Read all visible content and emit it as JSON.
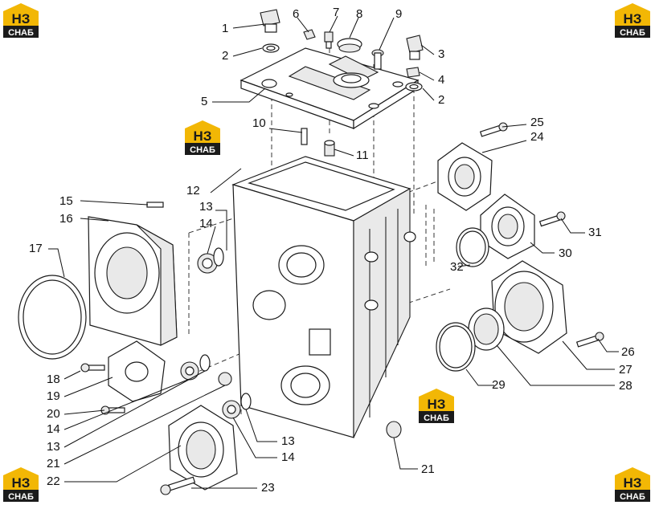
{
  "logo": {
    "mark": "НЗ",
    "word": "СНАБ",
    "color_primary": "#f2b705",
    "color_dark": "#1b1b1b"
  },
  "callouts": [
    {
      "id": "c1",
      "label": "1"
    },
    {
      "id": "c2a",
      "label": "2"
    },
    {
      "id": "c2b",
      "label": "2"
    },
    {
      "id": "c3",
      "label": "3"
    },
    {
      "id": "c4",
      "label": "4"
    },
    {
      "id": "c5",
      "label": "5"
    },
    {
      "id": "c6",
      "label": "6"
    },
    {
      "id": "c7",
      "label": "7"
    },
    {
      "id": "c8",
      "label": "8"
    },
    {
      "id": "c9",
      "label": "9"
    },
    {
      "id": "c10",
      "label": "10"
    },
    {
      "id": "c11",
      "label": "11"
    },
    {
      "id": "c12",
      "label": "12"
    },
    {
      "id": "c13a",
      "label": "13"
    },
    {
      "id": "c13b",
      "label": "13"
    },
    {
      "id": "c13c",
      "label": "13"
    },
    {
      "id": "c14a",
      "label": "14"
    },
    {
      "id": "c14b",
      "label": "14"
    },
    {
      "id": "c14c",
      "label": "14"
    },
    {
      "id": "c15",
      "label": "15"
    },
    {
      "id": "c16",
      "label": "16"
    },
    {
      "id": "c17",
      "label": "17"
    },
    {
      "id": "c18",
      "label": "18"
    },
    {
      "id": "c19",
      "label": "19"
    },
    {
      "id": "c20",
      "label": "20"
    },
    {
      "id": "c21a",
      "label": "21"
    },
    {
      "id": "c21b",
      "label": "21"
    },
    {
      "id": "c22",
      "label": "22"
    },
    {
      "id": "c23",
      "label": "23"
    },
    {
      "id": "c24",
      "label": "24"
    },
    {
      "id": "c25",
      "label": "25"
    },
    {
      "id": "c26",
      "label": "26"
    },
    {
      "id": "c27",
      "label": "27"
    },
    {
      "id": "c28",
      "label": "28"
    },
    {
      "id": "c29",
      "label": "29"
    },
    {
      "id": "c30",
      "label": "30"
    },
    {
      "id": "c31",
      "label": "31"
    },
    {
      "id": "c32",
      "label": "32"
    }
  ]
}
